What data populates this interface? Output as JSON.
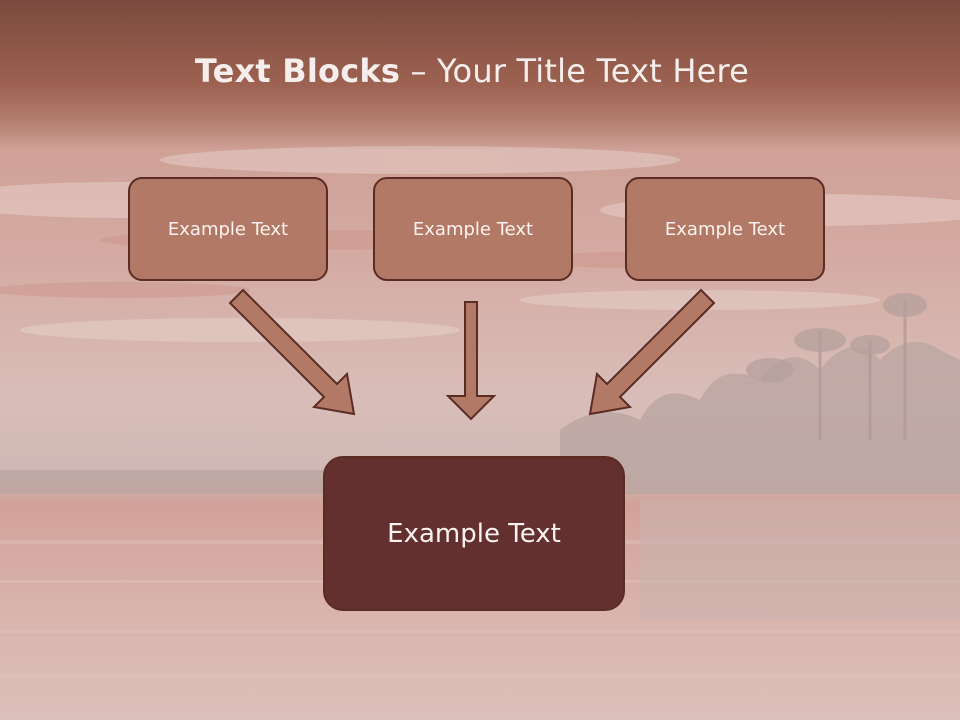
{
  "slide": {
    "title_bold": "Text Blocks",
    "title_rest": " – Your Title Text Here"
  },
  "blocks": {
    "top": [
      "Example Text",
      "Example Text",
      "Example Text"
    ],
    "bottom": "Example Text"
  },
  "colors": {
    "header": "#8a5444",
    "small_box": "#b27966",
    "big_box": "#632f2f",
    "arrow_fill": "#b27966",
    "outline": "#5a2c24"
  }
}
